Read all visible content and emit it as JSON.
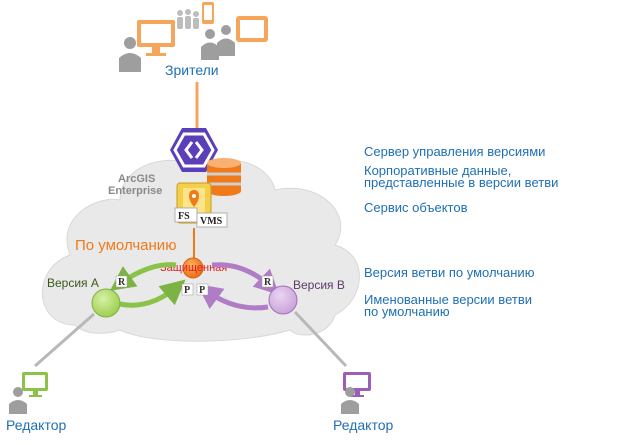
{
  "viewers_label": "Зрители",
  "cloud": {
    "platform_line1": "ArcGIS",
    "platform_line2": "Enterprise",
    "default_label": "По умолчанию",
    "protected_label": "Защищенная",
    "fs_tag": "FS",
    "vms_tag": "VMS"
  },
  "versions": {
    "a_label": "Версия A",
    "b_label": "Версия B",
    "reconcile_marker": "R",
    "post_marker": "P"
  },
  "editors": {
    "left_label": "Редактор",
    "right_label": "Редактор"
  },
  "legend": {
    "version_server": "Сервер управления версиями",
    "enterprise_data_1": "Корпоративные данные,",
    "enterprise_data_2": "представленные в версии ветви",
    "feature_service": "Сервис объектов",
    "default_branch": "Версия ветви по умолчанию",
    "named_versions_1": "Именованные версии ветви",
    "named_versions_2": "по умолчанию"
  },
  "colors": {
    "blue_text": "#1f6fb5",
    "orange": "#f07a1a",
    "green": "#8bc34a",
    "purple": "#b07cc6",
    "red": "#e02020",
    "hex_purple": "#5b3fb8",
    "cloud_gray": "#e6e6e6",
    "device_orange": "#f5a65b"
  }
}
